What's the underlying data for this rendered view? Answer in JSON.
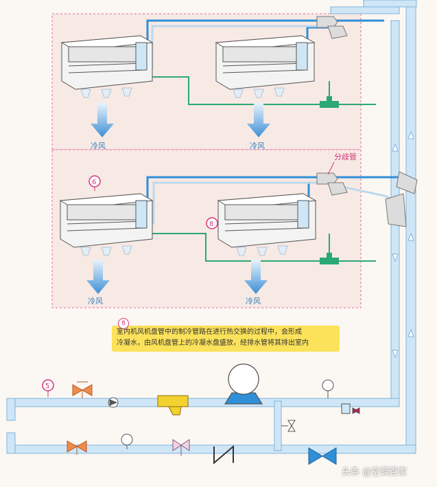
{
  "labels": {
    "cold_air": "冷风",
    "branch_pipe": "分歧管"
  },
  "markers": {
    "m5": "5",
    "m6": "6",
    "m8": "8"
  },
  "note": {
    "marker": "8",
    "line1": "室内机风机盘管中的制冷管路在进行热交换的过程中，会形成",
    "line2": "冷凝水，由风机盘管上的冷凝水盘盛放，经排水管将其排出室内"
  },
  "watermark": "头条 @空调百家",
  "colors": {
    "refrigerant_pipe": "#2f8fd8",
    "drain_pipe": "#2aa876",
    "water_pipe": "#cfe6f7",
    "pipe_edge": "#7fb3d9",
    "zone_border": "#e46aa0",
    "marker": "#d6337a",
    "note_bg": "#fbe25a",
    "valve_orange": "#f08a4b",
    "strainer_yellow": "#f3d230",
    "gate_valve": "#2f8fd8"
  }
}
